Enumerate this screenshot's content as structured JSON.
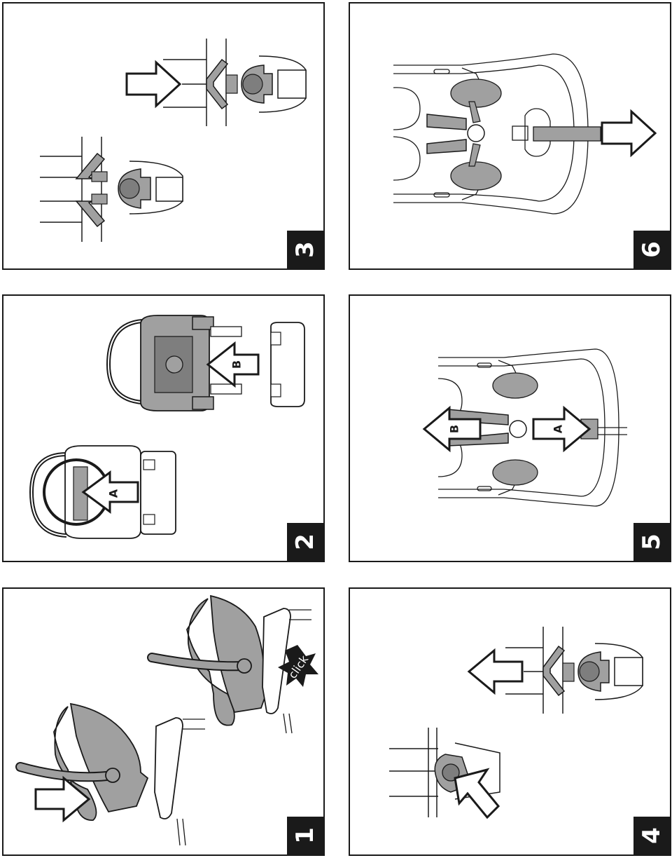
{
  "colors": {
    "ink": "#1a1a1a",
    "fill": "#a0a0a0",
    "fill_dark": "#7e7e7e",
    "paper": "#ffffff"
  },
  "panels": [
    {
      "step": "3"
    },
    {
      "step": "6"
    },
    {
      "step": "2",
      "label_a": "A",
      "label_b": "B"
    },
    {
      "step": "5",
      "label_a": "A",
      "label_b": "B"
    },
    {
      "step": "1",
      "click_text": "click"
    },
    {
      "step": "4"
    }
  ]
}
